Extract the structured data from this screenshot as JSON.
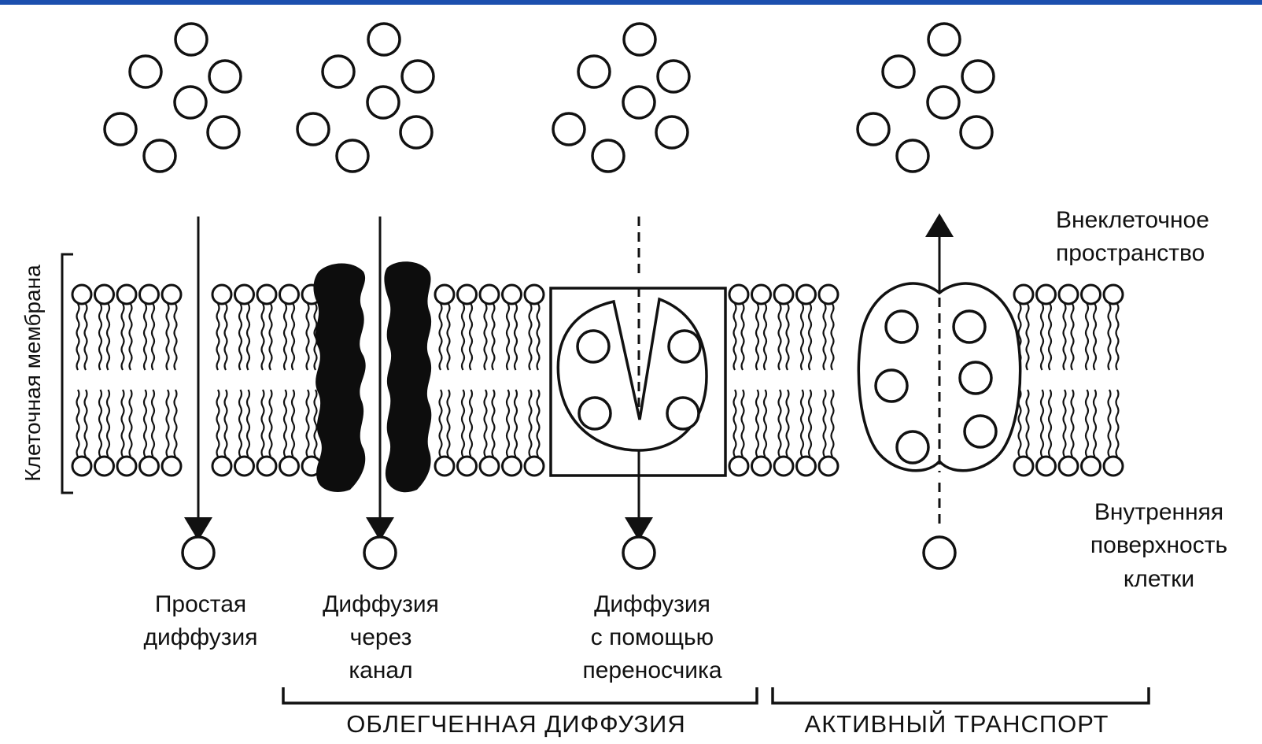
{
  "header_color": "#1c4fae",
  "labels": {
    "cell_membrane": "Клеточная мембрана",
    "extracellular": [
      "Внеклеточное",
      "пространство"
    ],
    "intracellular": [
      "Внутренняя",
      "поверхность",
      "клетки"
    ],
    "simple_diffusion": [
      "Простая",
      "диффузия"
    ],
    "channel_diffusion": [
      "Диффузия",
      "через",
      "канал"
    ],
    "carrier_diffusion": [
      "Диффузия",
      "с помощью",
      "переносчика"
    ],
    "facilitated_diffusion": "ОБЛЕГЧЕННАЯ ДИФФУЗИЯ",
    "active_transport": "АКТИВНЫЙ ТРАНСПОРТ"
  }
}
